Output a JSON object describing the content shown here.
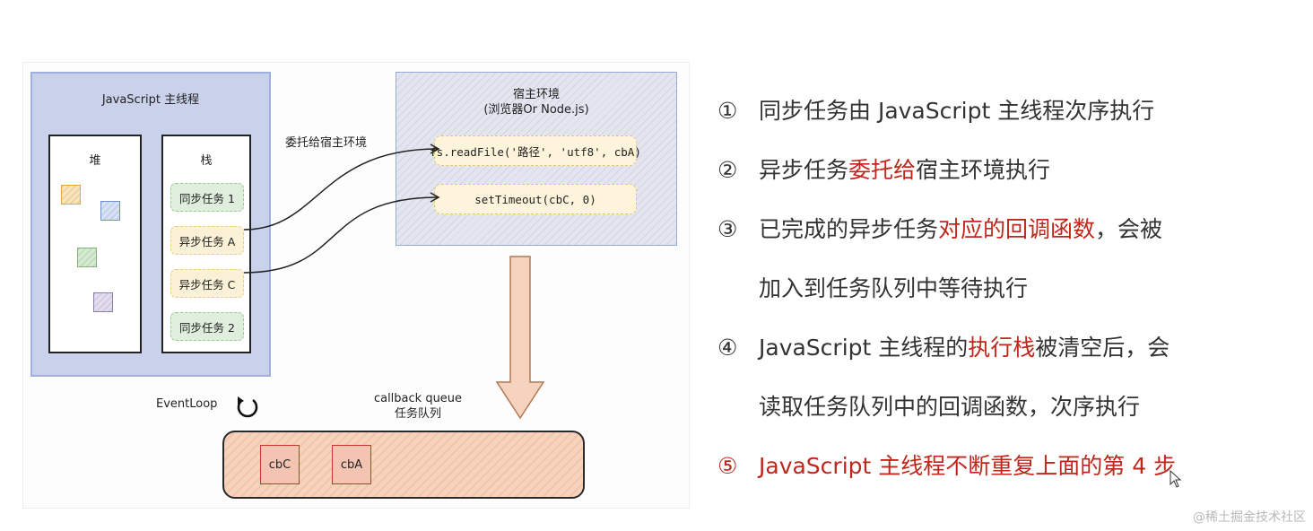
{
  "diagram": {
    "js_thread_title": "JavaScript 主线程",
    "heap_label": "堆",
    "stack_label": "栈",
    "stack_tasks": [
      "同步任务 1",
      "异步任务 A",
      "异步任务 C",
      "同步任务 2"
    ],
    "host_title_line1": "宿主环境",
    "host_title_line2": "(浏览器Or Node.js)",
    "host_apis": [
      "fs.readFile('路径', 'utf8', cbA)",
      "setTimeout(cbC, 0)"
    ],
    "delegate_label": "委托给宿主环境",
    "eventloop_label": "EventLoop",
    "queue_title_line1": "callback queue",
    "queue_title_line2": "任务队列",
    "queue_items": [
      "cbC",
      "cbA"
    ],
    "colors": {
      "js_thread_bg": "#c9d2ea",
      "sync_task": "#dfeedd",
      "async_task": "#fbf1d6",
      "queue_bg": "#f6d3be",
      "highlight": "#c0271c"
    }
  },
  "steps": {
    "s1": {
      "num": "①",
      "text": "同步任务由 JavaScript 主线程次序执行"
    },
    "s2": {
      "num": "②",
      "pre": "异步任务",
      "hl": "委托给",
      "post": "宿主环境执行"
    },
    "s3": {
      "num": "③",
      "pre": "已完成的异步任务",
      "hl": "对应的回调函数",
      "post": "，会被"
    },
    "s3b": {
      "text": "加入到任务队列中等待执行"
    },
    "s4": {
      "num": "④",
      "pre": "JavaScript 主线程的",
      "hl": "执行栈",
      "post": "被清空后，会"
    },
    "s4b": {
      "text": "读取任务队列中的回调函数，次序执行"
    },
    "s5": {
      "num": "⑤",
      "text": "JavaScript 主线程不断重复上面的第 4 步"
    }
  },
  "watermark": "@稀土掘金技术社区"
}
